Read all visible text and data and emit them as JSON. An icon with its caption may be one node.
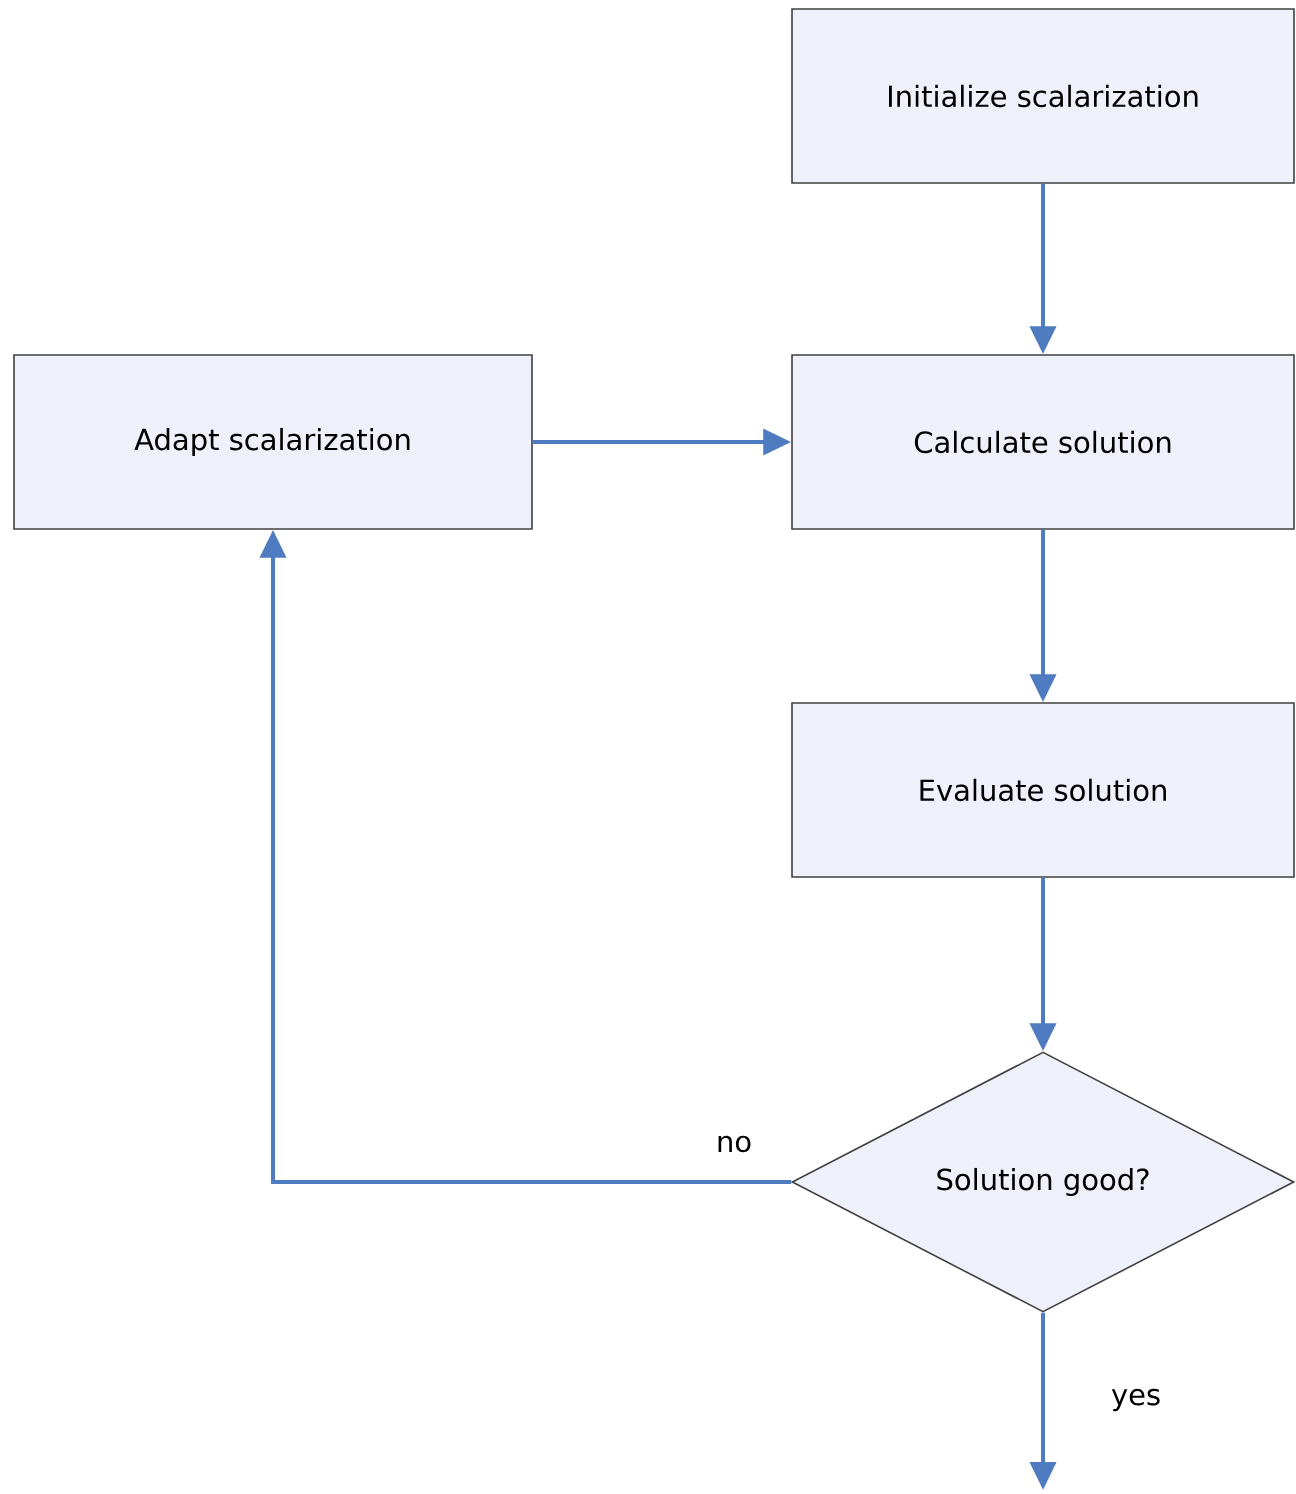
{
  "diagram": {
    "nodes": [
      {
        "text": [
          "Initialize scalarization"
        ]
      },
      {
        "text": [
          "Adapt scalarization"
        ]
      },
      {
        "text": [
          "Calculate solution"
        ]
      },
      {
        "text": [
          "Evaluate solution"
        ]
      },
      {
        "text": [
          "Solution good?"
        ]
      }
    ],
    "edges": [
      {
        "from": 0,
        "to": 2,
        "arrow": "to"
      },
      {
        "from": 1,
        "to": 2,
        "arrow": "to"
      },
      {
        "from": 2,
        "to": 3,
        "arrow": "to"
      },
      {
        "from": 3,
        "to": 4,
        "arrow": "to"
      },
      {
        "from": 4,
        "to": 1,
        "arrow": "to",
        "label": "no"
      },
      {
        "from": 4,
        "to": null,
        "arrow": "to",
        "label": "yes"
      }
    ]
  }
}
